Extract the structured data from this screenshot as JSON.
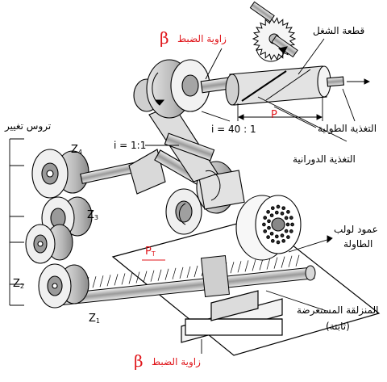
{
  "labels": {
    "workpiece": "قطعة الشغل",
    "setting_angle_top": "زاوية الضبط",
    "beta_top": "β",
    "pitch_p": "P",
    "ratio_40": "i = 40 : 1",
    "longitudinal_feed": "التغذية الطولية",
    "rotary_feed": "التغذية الدورانية",
    "ratio_11": "i = 1:1",
    "change_gears": "تروس تغيير",
    "z4": "Z",
    "z4_sub": "4",
    "z3": "Z",
    "z3_sub": "3",
    "z2": "Z",
    "z2_sub": "2",
    "z1": "Z",
    "z1_sub": "1",
    "pt": "P",
    "pt_sub": "T",
    "table_screw_line1": "عمود لولب",
    "table_screw_line2": "الطاولة",
    "cross_slide_line1": "المنزلقة المستعرضة",
    "cross_slide_line2": "(ثابتة)",
    "setting_angle_bottom": "زاوية الضبط",
    "beta_bottom": "β"
  },
  "colors": {
    "accent_red": "#e0161b",
    "ink": "#000000",
    "light_gray": "#e6e6e6",
    "mid_gray": "#bdbdbd",
    "dark_gray": "#6f6f6f"
  }
}
